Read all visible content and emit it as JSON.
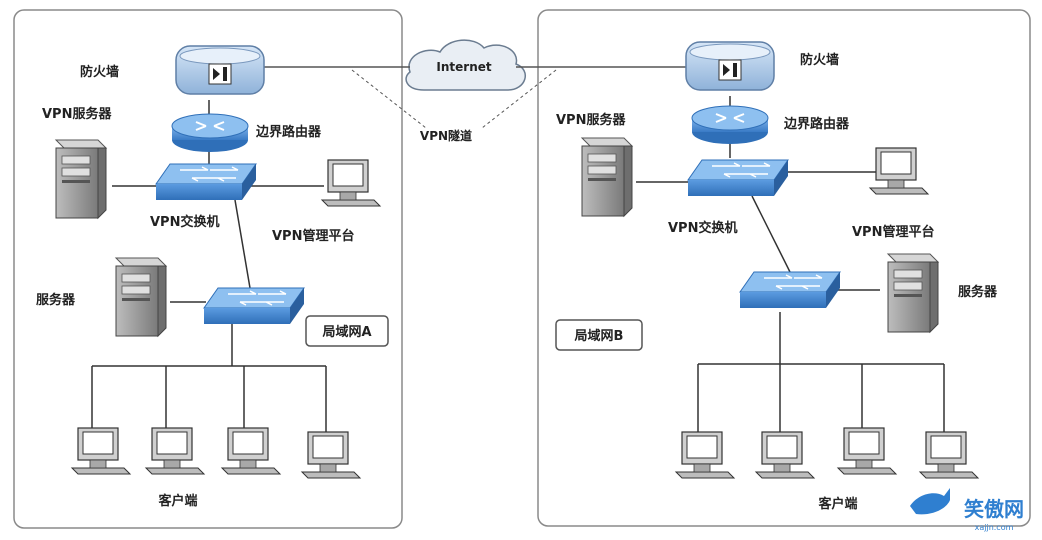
{
  "colors": {
    "device_blue": "#4a8fd6",
    "device_light": "#a9c8ec",
    "server_gray": "#8f8f8f",
    "line": "#333333",
    "frame": "#8a8a8a"
  },
  "internet": {
    "label": "Internet"
  },
  "tunnel": {
    "label": "VPN隧道"
  },
  "network_a": {
    "firewall": "防火墙",
    "vpn_server": "VPN服务器",
    "edge_router": "边界路由器",
    "vpn_switch": "VPN交换机",
    "vpn_mgmt": "VPN管理平台",
    "server": "服务器",
    "lan": "局域网A",
    "clients": "客户端"
  },
  "network_b": {
    "firewall": "防火墙",
    "vpn_server": "VPN服务器",
    "edge_router": "边界路由器",
    "vpn_switch": "VPN交换机",
    "vpn_mgmt": "VPN管理平台",
    "server": "服务器",
    "lan": "局域网B",
    "clients": "客户端"
  },
  "watermark": {
    "brand": "笑傲网",
    "url": "xajjn.com"
  }
}
